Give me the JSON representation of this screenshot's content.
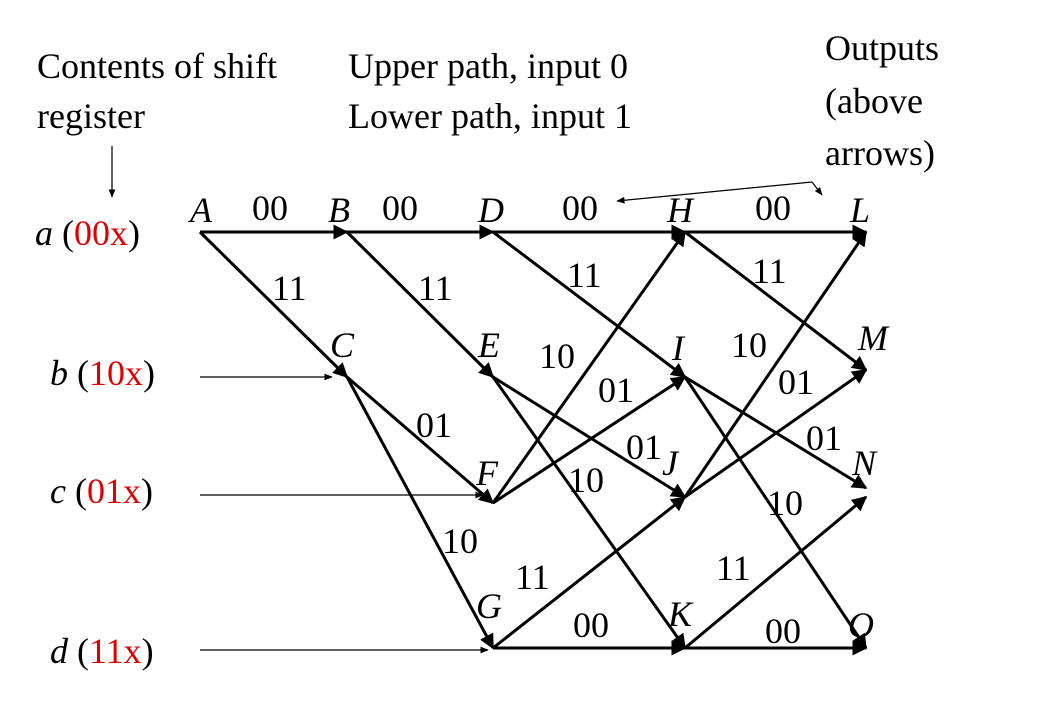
{
  "header": {
    "contents_line1": "Contents of shift",
    "contents_line2": "register",
    "path_line1": "Upper path, input 0",
    "path_line2": "Lower path, input 1",
    "outputs_line1": "Outputs",
    "outputs_line2": "(above",
    "outputs_line3": "arrows)"
  },
  "states": {
    "a": {
      "letter": "a",
      "open": " (",
      "reg": "00x",
      "close": ")"
    },
    "b": {
      "letter": "b",
      "open": " (",
      "reg": "10x",
      "close": ")"
    },
    "c": {
      "letter": "c",
      "open": " (",
      "reg": "01x",
      "close": ")"
    },
    "d": {
      "letter": "d",
      "open": " (",
      "reg": "11x",
      "close": ")"
    }
  },
  "nodes": {
    "A": "A",
    "B": "B",
    "C": "C",
    "D": "D",
    "E": "E",
    "F": "F",
    "G": "G",
    "H": "H",
    "I": "I",
    "J": "J",
    "K": "K",
    "L": "L",
    "M": "M",
    "N": "N",
    "O": "O"
  },
  "edges": {
    "AB": "00",
    "AC": "11",
    "BD": "00",
    "BE": "11",
    "CF": "01",
    "CG": "10",
    "DH": "00",
    "DI": "11",
    "EJ": "01",
    "EK": "10",
    "FH": "10",
    "FI": "01",
    "GJ": "11",
    "GK": "00",
    "HL": "00",
    "HM": "11",
    "IN": "01",
    "IO": "10",
    "JL": "10",
    "JM": "01",
    "KN": "11",
    "KO": "00"
  },
  "colors": {
    "register_highlight": "#e00000",
    "ink": "#000000"
  }
}
